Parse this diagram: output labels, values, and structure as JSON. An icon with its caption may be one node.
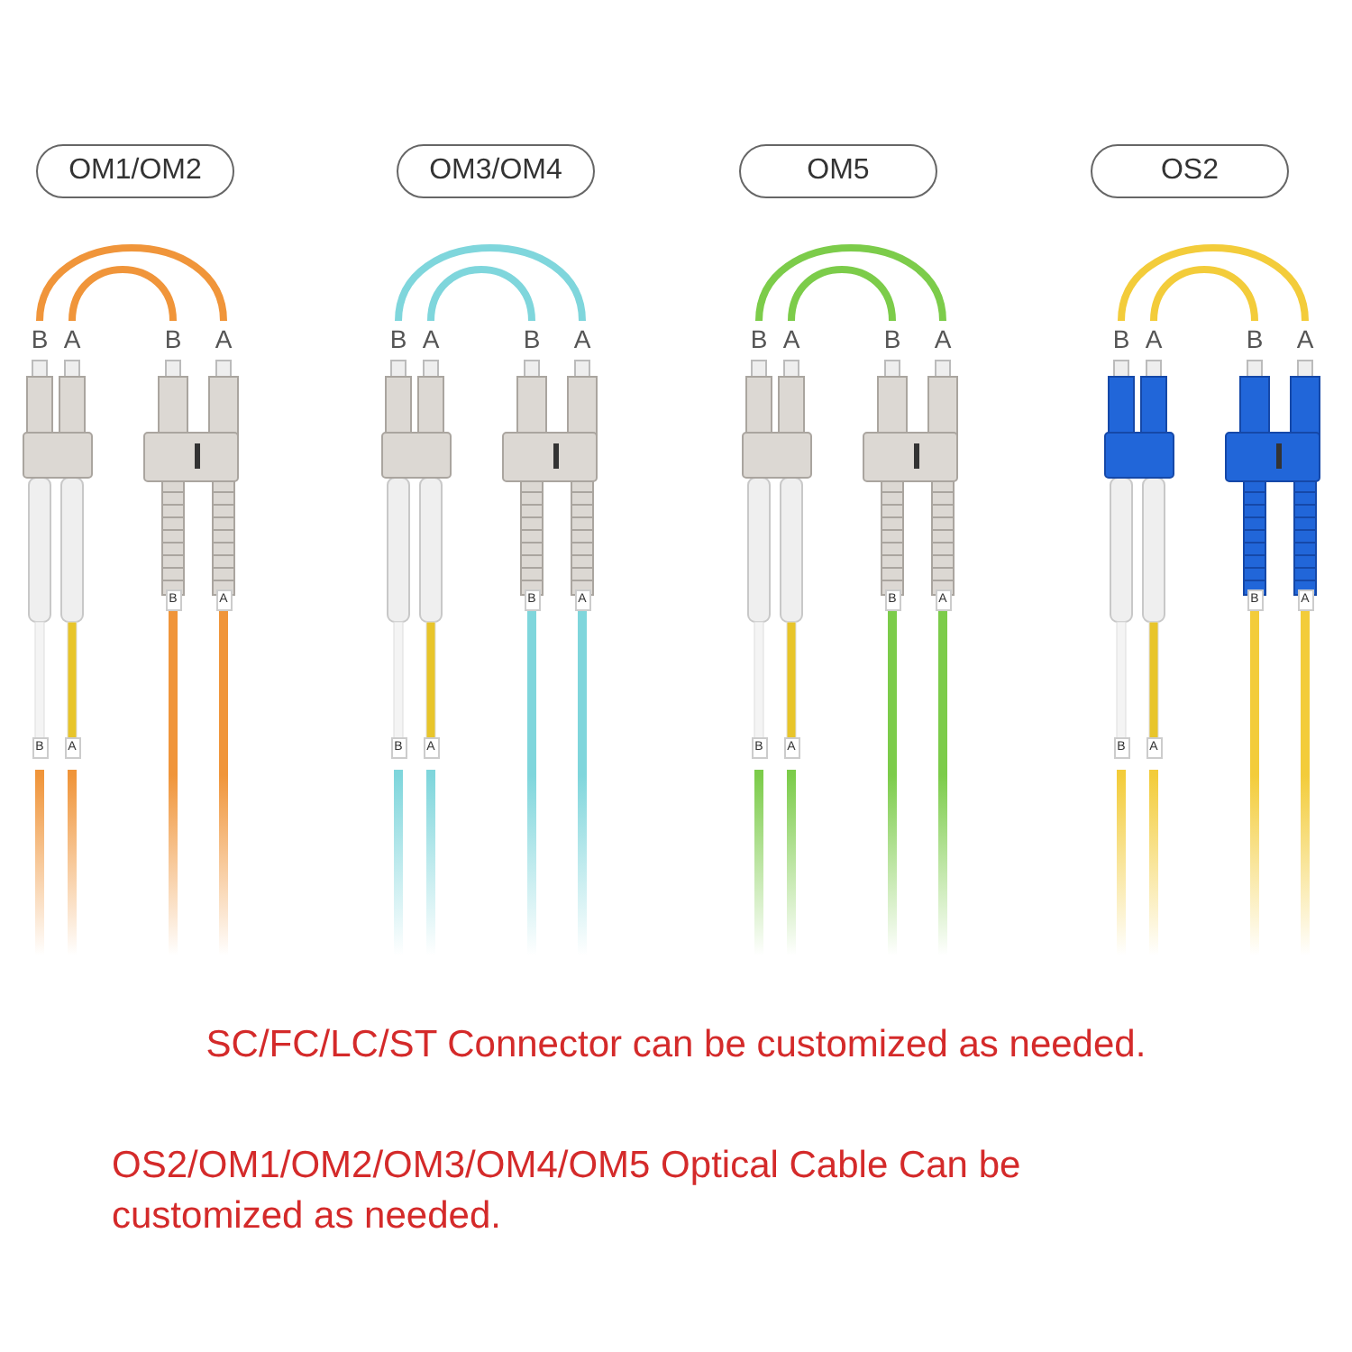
{
  "diagram": {
    "nodes": [
      {
        "text": [
          "OM1/OM2"
        ]
      },
      {
        "text": [
          "OM3/OM4"
        ]
      },
      {
        "text": [
          "OM5"
        ]
      },
      {
        "text": [
          "OS2"
        ]
      }
    ],
    "labels": [
      "B",
      "A",
      "B",
      "A",
      "B",
      "A",
      "B",
      "A",
      "B",
      "A",
      "B",
      "A",
      "B",
      "A",
      "B",
      "A",
      "B",
      "A",
      "B",
      "A",
      "B",
      "A",
      "B",
      "A",
      "B",
      "A",
      "B",
      "A",
      "B",
      "A",
      "B",
      "A",
      "SC/FC/LC/ST Connector can be customized as needed.",
      "OS2/OM1/OM2/OM3/OM4/OM5 Optical Cable Can be customized as needed."
    ]
  }
}
